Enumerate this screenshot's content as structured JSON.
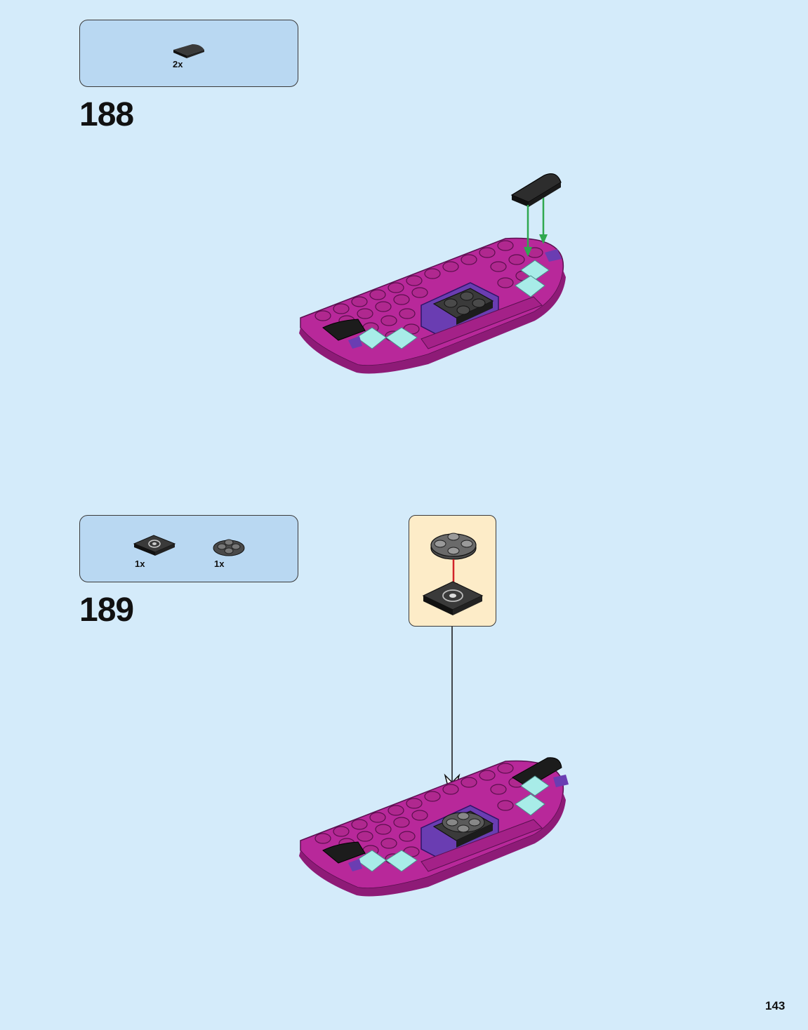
{
  "step188": {
    "number": "188",
    "parts": [
      {
        "qty": "2x",
        "part": "black-curved-slope-1x2-icon"
      }
    ]
  },
  "step189": {
    "number": "189",
    "parts": [
      {
        "qty": "1x",
        "part": "black-plate-2x2-with-pin-hole-icon"
      },
      {
        "qty": "1x",
        "part": "dark-gray-round-plate-2x2-icon"
      }
    ]
  },
  "page": {
    "number": "143"
  },
  "colors": {
    "background": "#d4ebfa",
    "parts_box": "#b9d8f2",
    "subassembly_box": "#fdecc8",
    "magenta_plate": "#b8289a",
    "purple_tile": "#6a3db2",
    "trans_light_blue": "#a8ece8",
    "black": "#1c1c1c",
    "dark_gray": "#4a4a4a",
    "arrow_green": "#2fa84f",
    "arrow_red": "#d1232a"
  }
}
